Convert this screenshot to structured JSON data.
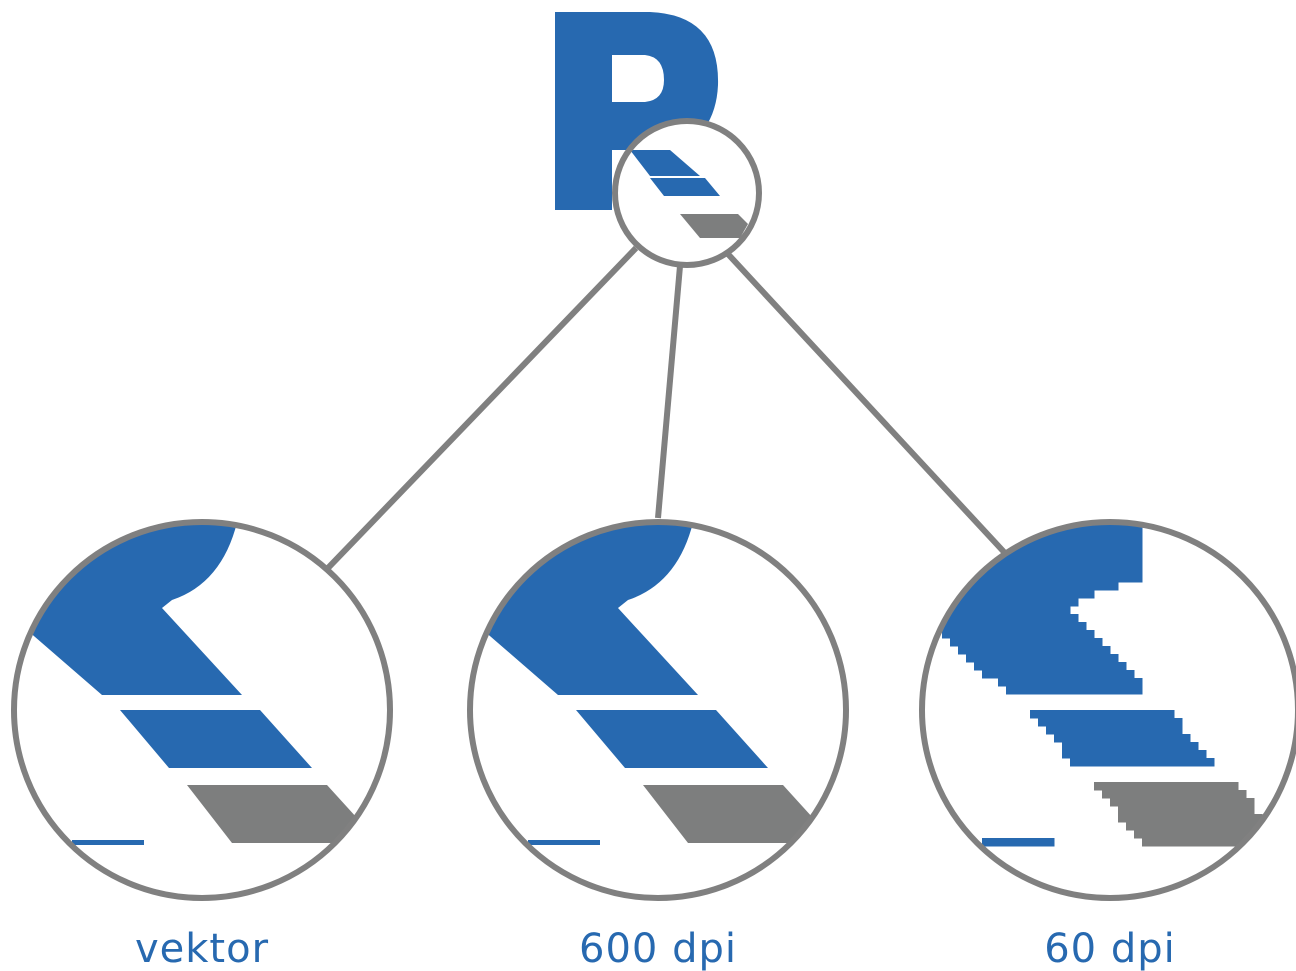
{
  "colors": {
    "brand_blue": "#2769B0",
    "brand_gray": "#7D7E7E",
    "ring_gray": "#808080",
    "background": "#FFFFFF"
  },
  "logo": {
    "letter": "R",
    "icon": "r-logo-icon"
  },
  "magnifiers": [
    {
      "id": "vector",
      "label": "vektor",
      "icon": "magnifier-circle-icon"
    },
    {
      "id": "600dpi",
      "label": "600 dpi",
      "icon": "magnifier-circle-icon"
    },
    {
      "id": "60dpi",
      "label": "60 dpi",
      "icon": "magnifier-circle-icon"
    }
  ]
}
